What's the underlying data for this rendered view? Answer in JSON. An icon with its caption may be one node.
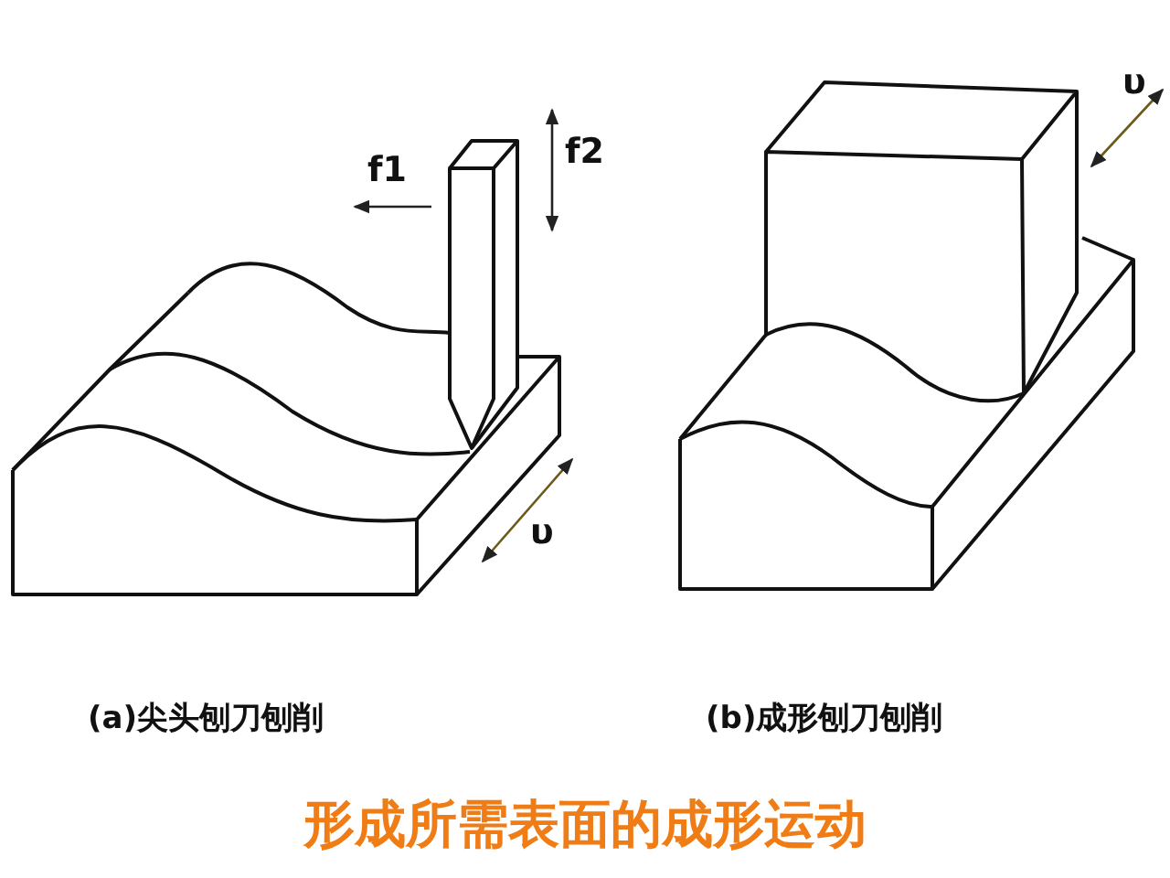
{
  "diagram": {
    "caption": "形成所需表面的成形运动",
    "labels": [
      "f1",
      "f2",
      "υ",
      "υ",
      "(a)尖头刨刀刨削",
      "(b)成形刨刀刨削"
    ]
  }
}
